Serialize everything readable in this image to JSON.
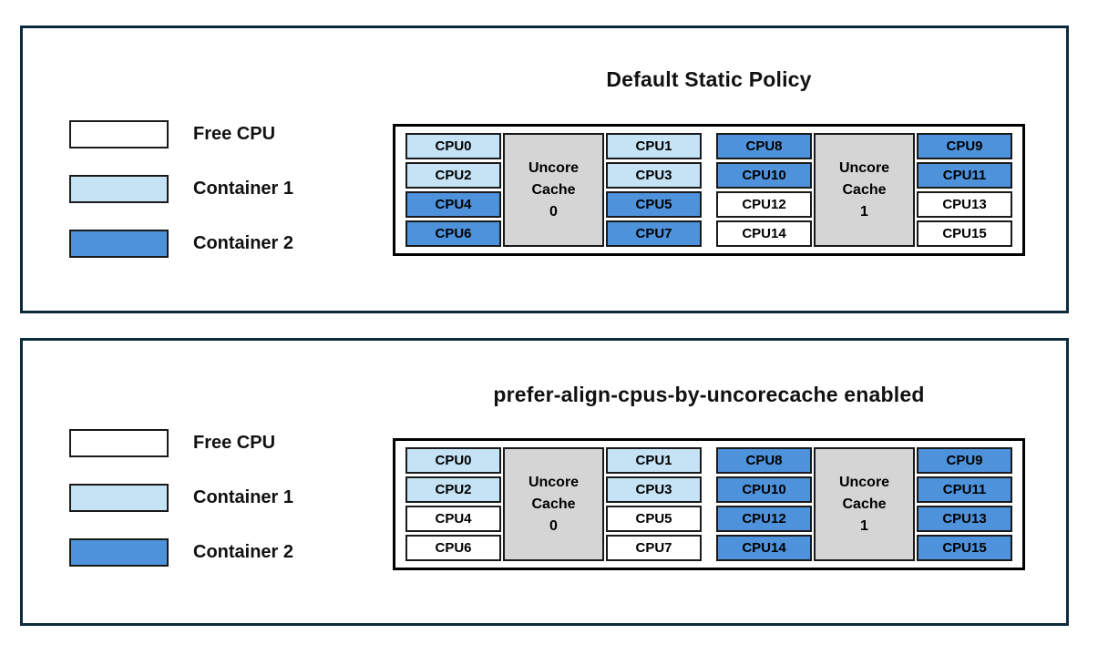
{
  "colors": {
    "panel_border": "#0d2b3c",
    "cell_border": "#1a1a1a",
    "free_cpu": "#ffffff",
    "container1": "#c5e3f5",
    "container2": "#4d92db",
    "uncore_cache_bg": "#d5d5d5"
  },
  "legend": {
    "items": [
      {
        "label": "Free CPU",
        "state": "free"
      },
      {
        "label": "Container 1",
        "state": "container1"
      },
      {
        "label": "Container 2",
        "state": "container2"
      }
    ]
  },
  "panels": [
    {
      "title": "Default Static Policy",
      "groups": [
        {
          "cache_lines": [
            "Uncore",
            "Cache",
            "0"
          ],
          "left_cpus": [
            {
              "label": "CPU0",
              "state": "container1"
            },
            {
              "label": "CPU2",
              "state": "container1"
            },
            {
              "label": "CPU4",
              "state": "container2"
            },
            {
              "label": "CPU6",
              "state": "container2"
            }
          ],
          "right_cpus": [
            {
              "label": "CPU1",
              "state": "container1"
            },
            {
              "label": "CPU3",
              "state": "container1"
            },
            {
              "label": "CPU5",
              "state": "container2"
            },
            {
              "label": "CPU7",
              "state": "container2"
            }
          ]
        },
        {
          "cache_lines": [
            "Uncore",
            "Cache",
            "1"
          ],
          "left_cpus": [
            {
              "label": "CPU8",
              "state": "container2"
            },
            {
              "label": "CPU10",
              "state": "container2"
            },
            {
              "label": "CPU12",
              "state": "free"
            },
            {
              "label": "CPU14",
              "state": "free"
            }
          ],
          "right_cpus": [
            {
              "label": "CPU9",
              "state": "container2"
            },
            {
              "label": "CPU11",
              "state": "container2"
            },
            {
              "label": "CPU13",
              "state": "free"
            },
            {
              "label": "CPU15",
              "state": "free"
            }
          ]
        }
      ]
    },
    {
      "title": "prefer-align-cpus-by-uncorecache enabled",
      "groups": [
        {
          "cache_lines": [
            "Uncore",
            "Cache",
            "0"
          ],
          "left_cpus": [
            {
              "label": "CPU0",
              "state": "container1"
            },
            {
              "label": "CPU2",
              "state": "container1"
            },
            {
              "label": "CPU4",
              "state": "free"
            },
            {
              "label": "CPU6",
              "state": "free"
            }
          ],
          "right_cpus": [
            {
              "label": "CPU1",
              "state": "container1"
            },
            {
              "label": "CPU3",
              "state": "container1"
            },
            {
              "label": "CPU5",
              "state": "free"
            },
            {
              "label": "CPU7",
              "state": "free"
            }
          ]
        },
        {
          "cache_lines": [
            "Uncore",
            "Cache",
            "1"
          ],
          "left_cpus": [
            {
              "label": "CPU8",
              "state": "container2"
            },
            {
              "label": "CPU10",
              "state": "container2"
            },
            {
              "label": "CPU12",
              "state": "container2"
            },
            {
              "label": "CPU14",
              "state": "container2"
            }
          ],
          "right_cpus": [
            {
              "label": "CPU9",
              "state": "container2"
            },
            {
              "label": "CPU11",
              "state": "container2"
            },
            {
              "label": "CPU13",
              "state": "container2"
            },
            {
              "label": "CPU15",
              "state": "container2"
            }
          ]
        }
      ]
    }
  ]
}
